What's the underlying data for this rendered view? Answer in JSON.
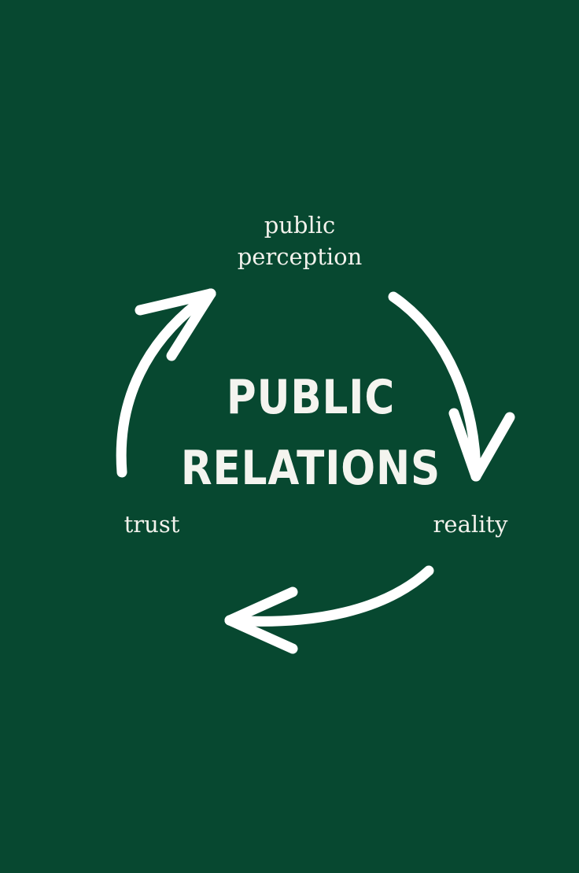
{
  "background_color": "#074830",
  "diagram": {
    "title_line1": "PUBLIC",
    "title_line2": "RELATIONS",
    "nodes": {
      "top_line1": "public",
      "top_line2": "perception",
      "right": "reality",
      "left": "trust"
    },
    "arrows": [
      {
        "from": "trust",
        "to": "public perception",
        "icon": "curved-arrow-up-right"
      },
      {
        "from": "public perception",
        "to": "reality",
        "icon": "curved-arrow-down"
      },
      {
        "from": "reality",
        "to": "trust",
        "icon": "curved-arrow-left"
      }
    ]
  }
}
